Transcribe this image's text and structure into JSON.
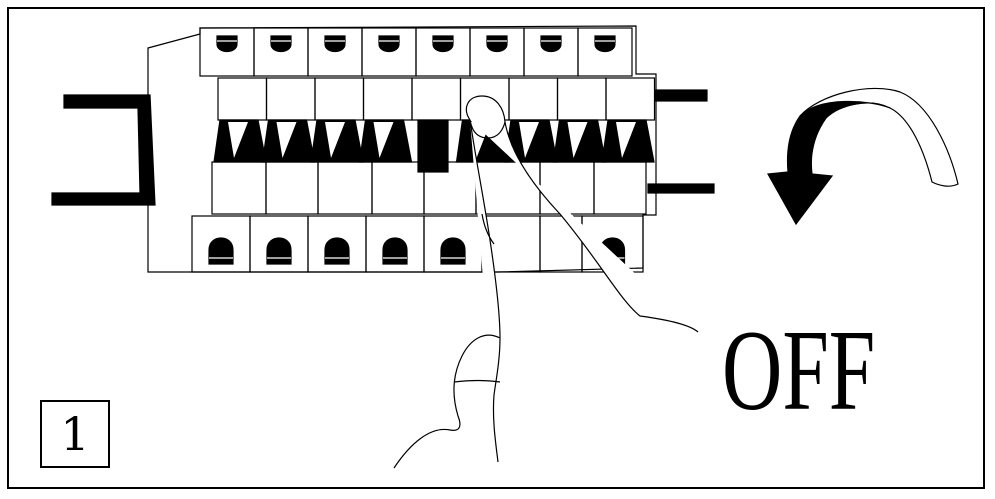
{
  "step": {
    "number": "1"
  },
  "action": {
    "label": "OFF"
  },
  "panel": {
    "breaker_count": 9,
    "switch_state": "off"
  },
  "icons": {
    "hand": "pointing-hand-icon",
    "arrow": "curved-arrow-down-icon"
  },
  "colors": {
    "ink": "#000000",
    "paper": "#ffffff"
  }
}
